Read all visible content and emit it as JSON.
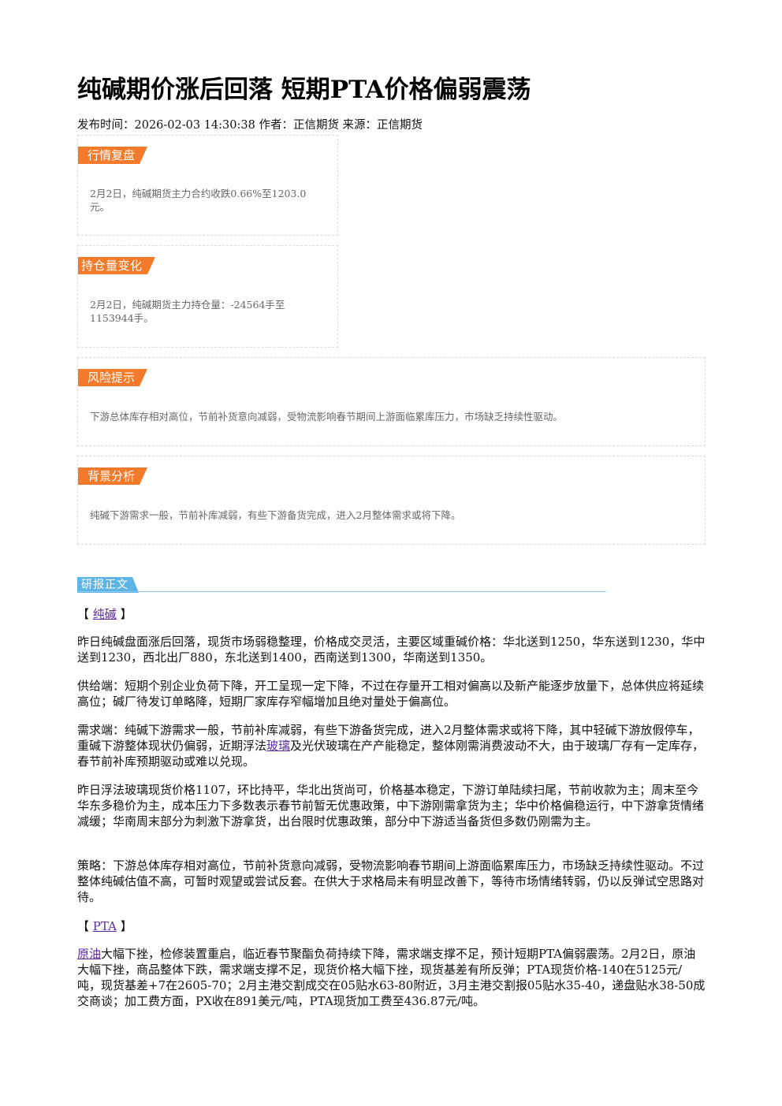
{
  "article": {
    "title": "纯碱期价涨后回落 短期PTA价格偏弱震荡",
    "meta": "发布时间：2026-02-03 14:30:38 作者：正信期货 来源：正信期货"
  },
  "boxes": {
    "market_review": {
      "tag": "行情复盘",
      "text": "2月2日，纯碱期货主力合约收跌0.66%至1203.0元。"
    },
    "position_change": {
      "tag": "持仓量变化",
      "text": "2月2日，纯碱期货主力持仓量：-24564手至1153944手。"
    },
    "risk_notice": {
      "tag": "风险提示",
      "text": "下游总体库存相对高位，节前补货意向减弱，受物流影响春节期间上游面临累库压力，市场缺乏持续性驱动。"
    },
    "background": {
      "tag": "背景分析",
      "text": "纯碱下游需求一般，节前补库减弱，有些下游备货完成，进入2月整体需求或将下降。"
    }
  },
  "report": {
    "section_tag": "研报正文",
    "soda": {
      "bracket_open": "【",
      "bracket_close": "】",
      "link": "纯碱",
      "p1": "昨日纯碱盘面涨后回落，现货市场弱稳整理，价格成交灵活，主要区域重碱价格：华北送到1250，华东送到1230，华中送到1230，西北出厂880，东北送到1400，西南送到1300，华南送到1350。",
      "p2": "供给端：短期个别企业负荷下降，开工呈现一定下降，不过在存量开工相对偏高以及新产能逐步放量下，总体供应将延续高位；碱厂待发订单略降，短期厂家库存窄幅增加且绝对量处于偏高位。",
      "p3_before": "需求端：纯碱下游需求一般，节前补库减弱，有些下游备货完成，进入2月整体需求或将下降，其中轻碱下游放假停车，重碱下游整体现状仍偏弱，近期浮法",
      "p3_link": "玻璃",
      "p3_after": "及光伏玻璃在产产能稳定，整体刚需消费波动不大，由于玻璃厂存有一定库存，春节前补库预期驱动或难以兑现。",
      "p4": "昨日浮法玻璃现货价格1107，环比持平，华北出货尚可，价格基本稳定，下游订单陆续扫尾，节前收款为主；周末至今华东多稳价为主，成本压力下多数表示春节前暂无优惠政策，中下游刚需拿货为主；华中价格偏稳运行，中下游拿货情绪减缓；华南周末部分为刺激下游拿货，出台限时优惠政策，部分中下游适当备货但多数仍刚需为主。",
      "p5": "策略：下游总体库存相对高位，节前补货意向减弱，受物流影响春节期间上游面临累库压力，市场缺乏持续性驱动。不过整体纯碱估值不高，可暂时观望或尝试反套。在供大于求格局未有明显改善下，等待市场情绪转弱，仍以反弹试空思路对待。"
    },
    "pta": {
      "bracket_open": "【",
      "bracket_close": "】",
      "link": "PTA",
      "p1_link": "原油",
      "p1_text": "大幅下挫，检修装置重启，临近春节聚酯负荷持续下降，需求端支撑不足，预计短期PTA偏弱震荡。2月2日，原油大幅下挫，商品整体下跌，需求端支撑不足，现货价格大幅下挫，现货基差有所反弹；PTA现货价格-140在5125元/吨，现货基差+7在2605-70；2月主港交割成交在05贴水63-80附近，3月主港交割报05贴水35-40，递盘贴水38-50成交商谈；加工费方面，PX收在891美元/吨，PTA现货加工费至436.87元/吨。"
    }
  },
  "colors": {
    "tag_orange": "#f47a2b",
    "tag_blue": "#5fb4e6",
    "link_purple": "#5a2aa0"
  }
}
